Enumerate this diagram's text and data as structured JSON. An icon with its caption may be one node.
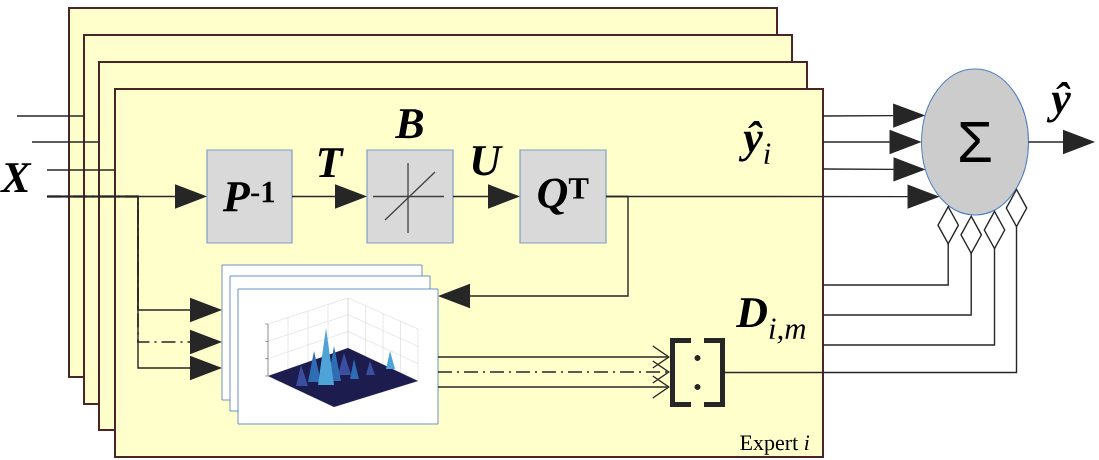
{
  "diagram": {
    "nodes": [
      {
        "text": [
          "Expert *i*"
        ]
      },
      {
        "text": [
          "*P*$^{-1}$"
        ],
        "in": 0
      },
      {
        "text": [
          "B"
        ],
        "in": 0
      },
      {
        "text": [
          "*Q*$^{T}$"
        ],
        "in": 0
      },
      {
        "text": [],
        "shape": "picture",
        "in": 0
      },
      {
        "text": [],
        "shape": "bracket",
        "in": 0
      },
      {
        "text": [
          "Σ"
        ]
      }
    ],
    "edges": [
      {
        "from": null,
        "to": 0,
        "arrow": "none"
      },
      {
        "from": null,
        "to": 0,
        "arrow": "none"
      },
      {
        "from": null,
        "to": 0,
        "arrow": "none"
      },
      {
        "from": null,
        "to": 1,
        "arrow": "to"
      },
      {
        "from": null,
        "to": 4,
        "arrow": "to"
      },
      {
        "from": null,
        "to": 4,
        "arrow": "to",
        "style": "dashed"
      },
      {
        "from": null,
        "to": 4,
        "arrow": "to"
      },
      {
        "from": 1,
        "to": 2,
        "arrow": "to",
        "label": "T"
      },
      {
        "from": 2,
        "to": 3,
        "arrow": "to",
        "label": "U"
      },
      {
        "from": 3,
        "to": 6,
        "arrow": "to",
        "label": "**ŷ**$_{i}$"
      },
      {
        "from": 3,
        "to": 4,
        "arrow": "to"
      },
      {
        "from": 4,
        "to": 5,
        "arrow": "to"
      },
      {
        "from": 4,
        "to": 5,
        "arrow": "to",
        "style": "dashed"
      },
      {
        "from": 4,
        "to": 5,
        "arrow": "to"
      },
      {
        "from": 0,
        "to": 6,
        "arrow": "to"
      },
      {
        "from": 0,
        "to": 6,
        "arrow": "to"
      },
      {
        "from": 0,
        "to": 6,
        "arrow": "to"
      },
      {
        "from": 0,
        "to": 6,
        "arrow": "other"
      },
      {
        "from": 0,
        "to": 6,
        "arrow": "other"
      },
      {
        "from": 0,
        "to": 6,
        "arrow": "other"
      },
      {
        "from": 5,
        "to": 6,
        "arrow": "other",
        "label": "**D**$_{i,m}$"
      },
      {
        "from": 6,
        "to": null,
        "arrow": "to",
        "label": "ŷ"
      }
    ],
    "labels": [
      "X"
    ]
  }
}
